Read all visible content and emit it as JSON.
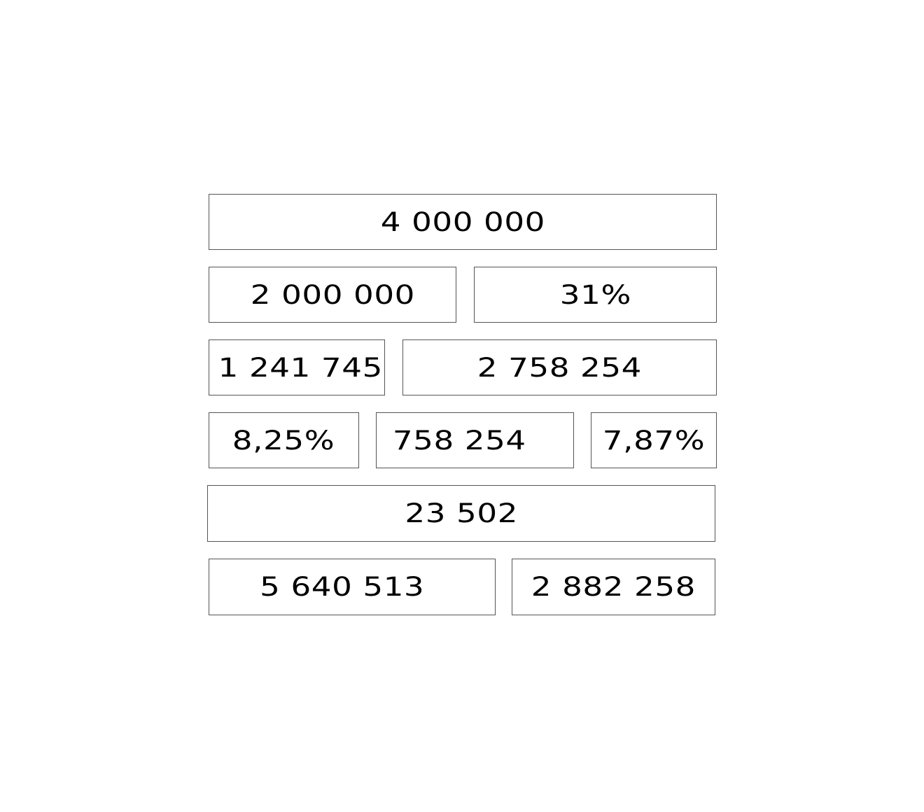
{
  "boxes": [
    {
      "id": "total",
      "value": "4 000 000"
    },
    {
      "id": "half",
      "value": "2 000 000"
    },
    {
      "id": "percent-31",
      "value": "31%"
    },
    {
      "id": "part-a",
      "value": "1 241 745"
    },
    {
      "id": "part-b",
      "value": "2 758 254"
    },
    {
      "id": "percent-825",
      "value": "8,25%"
    },
    {
      "id": "part-c",
      "value": "758 254"
    },
    {
      "id": "percent-787",
      "value": "7,87%"
    },
    {
      "id": "sum-small",
      "value": "23 502"
    },
    {
      "id": "result-a",
      "value": "5 640 513"
    },
    {
      "id": "result-b",
      "value": "2 882 258"
    }
  ]
}
